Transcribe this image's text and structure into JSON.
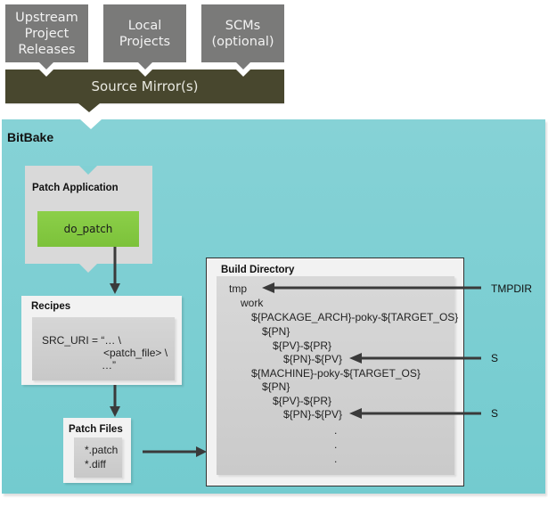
{
  "sources": [
    {
      "id": "upstream",
      "label": "Upstream\nProject\nReleases"
    },
    {
      "id": "local",
      "label": "Local\nProjects"
    },
    {
      "id": "scms",
      "label": "SCMs\n(optional)"
    }
  ],
  "source_mirror": {
    "label": "Source Mirror(s)"
  },
  "bitbake": {
    "title": "BitBake",
    "patch_application": {
      "title": "Patch Application",
      "task": "do_patch"
    },
    "recipes": {
      "title": "Recipes",
      "lines": [
        "SRC_URI = “… \\",
        "<patch_file> \\",
        "…”"
      ]
    },
    "patch_files": {
      "title": "Patch Files",
      "lines": [
        "*.patch",
        "*.diff"
      ]
    },
    "build_directory": {
      "title": "Build Directory",
      "tree": [
        "tmp",
        "work",
        "${PACKAGE_ARCH}-poky-${TARGET_OS}",
        "${PN}",
        "${PV}-${PR}",
        "${PN}-${PV}",
        "${MACHINE}-poky-${TARGET_OS}",
        "${PN}",
        "${PV}-${PR}",
        "${PN}-${PV}",
        ".",
        ".",
        "."
      ]
    },
    "pointers": {
      "tmpdir": "TMPDIR",
      "s1": "S",
      "s2": "S"
    }
  },
  "colors": {
    "source_box": "#7a7a79",
    "mirror": "#48472e",
    "bitbake_bg": "#7dcfd3",
    "do_patch": "#84c841",
    "card": "#f2f2f2",
    "inner": "#d0d0d0",
    "arrow": "#3a3a3a"
  }
}
